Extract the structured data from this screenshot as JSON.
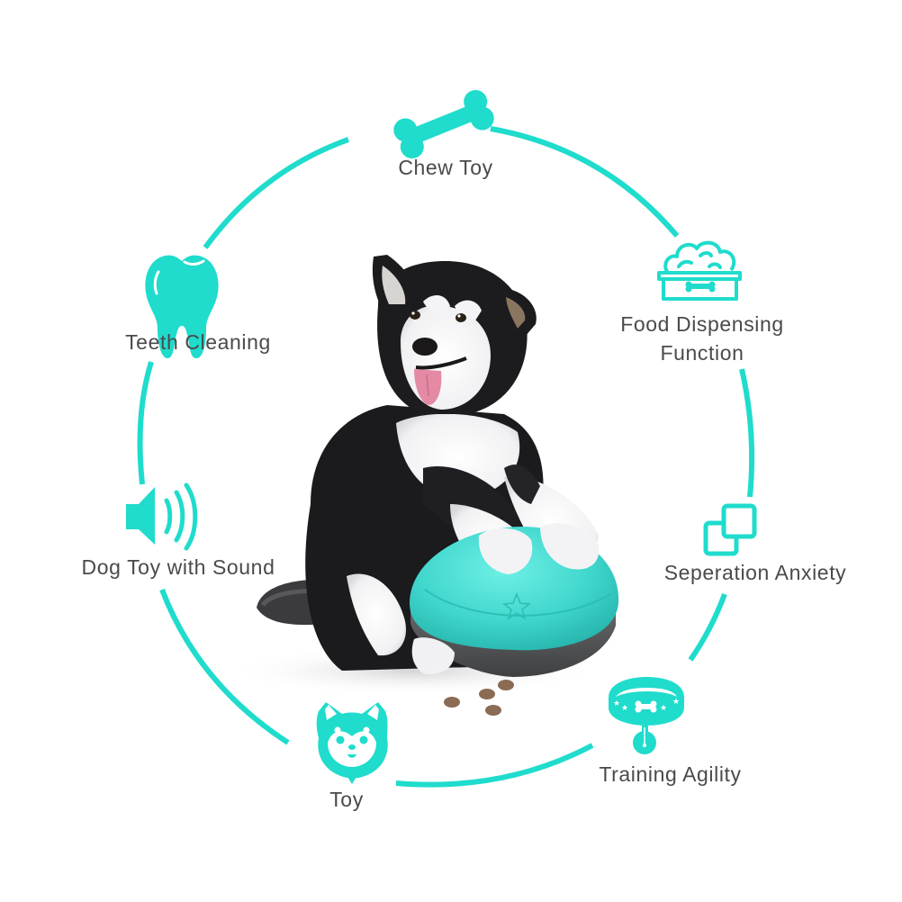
{
  "colors": {
    "accent": "#1fdccc",
    "text": "#4a4a4c",
    "toy_top": "#3fd6cc",
    "toy_base": "#5a5c5e",
    "background": "#ffffff"
  },
  "features": [
    {
      "id": "chew-toy",
      "label": "Chew Toy",
      "icon": "bone-icon"
    },
    {
      "id": "food-dispensing",
      "label_line1": "Food Dispensing",
      "label_line2": "Function",
      "icon": "food-bowl-icon"
    },
    {
      "id": "seperation-anxiety",
      "label": "Seperation Anxiety",
      "icon": "overlapping-squares-icon"
    },
    {
      "id": "training-agility",
      "label": "Training Agility",
      "icon": "dog-collar-icon"
    },
    {
      "id": "toy",
      "label": "Toy",
      "icon": "shiba-dog-face-icon"
    },
    {
      "id": "dog-toy-with-sound",
      "label": "Dog Toy with Sound",
      "icon": "speaker-sound-icon"
    },
    {
      "id": "teeth-cleaning",
      "label": "Teeth Cleaning",
      "icon": "tooth-icon"
    }
  ],
  "center_image": {
    "subject": "black and white puppy with paws on teal treat-dispensing toy",
    "kibble_count": 4
  }
}
